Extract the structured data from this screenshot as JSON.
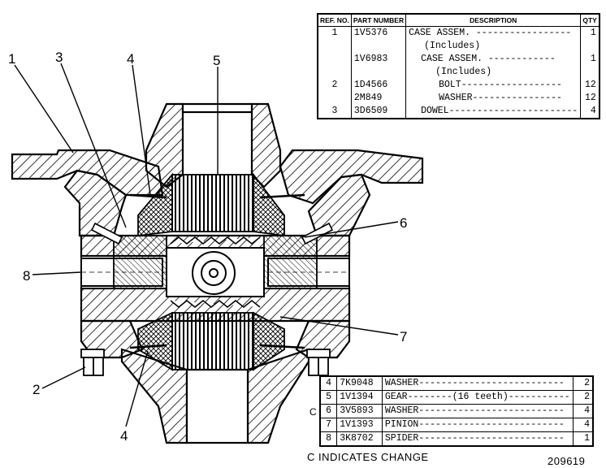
{
  "table_top": {
    "headers": [
      "REF. NO.",
      "PART NUMBER",
      "DESCRIPTION",
      "QTY"
    ],
    "rows": [
      {
        "ref": "1",
        "part": "1V5376",
        "desc": "CASE ASSEM. -----------------",
        "qty": "1"
      },
      {
        "ref": "",
        "part": "",
        "desc": "(Includes)",
        "qty": ""
      },
      {
        "ref": "",
        "part": "1V6983",
        "desc": "CASE ASSEM. ------------",
        "qty": "1"
      },
      {
        "ref": "",
        "part": "",
        "desc": "(Includes)",
        "qty": ""
      },
      {
        "ref": "2",
        "part": "1D4566",
        "desc": "BOLT------------------",
        "qty": "12"
      },
      {
        "ref": "",
        "part": "2M849",
        "desc": "WASHER----------------",
        "qty": "12"
      },
      {
        "ref": "3",
        "part": "3D6509",
        "desc": "DOWEL-----------------------",
        "qty": "4"
      }
    ]
  },
  "table_bottom": {
    "rows": [
      {
        "change": "",
        "ref": "4",
        "part": "7K9048",
        "desc": "WASHER--------------------------",
        "qty": "2"
      },
      {
        "change": "",
        "ref": "5",
        "part": "1V1394",
        "desc": "GEAR--------(16 teeth)-----------",
        "qty": "2"
      },
      {
        "change": "C",
        "ref": "6",
        "part": "3V5893",
        "desc": "WASHER--------------------------",
        "qty": "4"
      },
      {
        "change": "",
        "ref": "7",
        "part": "1V1393",
        "desc": "PINION--------------------------",
        "qty": "4"
      },
      {
        "change": "",
        "ref": "8",
        "part": "3K8702",
        "desc": "SPIDER--------------------------",
        "qty": "1"
      }
    ]
  },
  "callouts": {
    "c1": "1",
    "c2": "2",
    "c3": "3",
    "c4a": "4",
    "c4b": "4",
    "c5": "5",
    "c6": "6",
    "c7": "7",
    "c8": "8"
  },
  "footer_note": "C INDICATES CHANGE",
  "drawing_number": "209619"
}
